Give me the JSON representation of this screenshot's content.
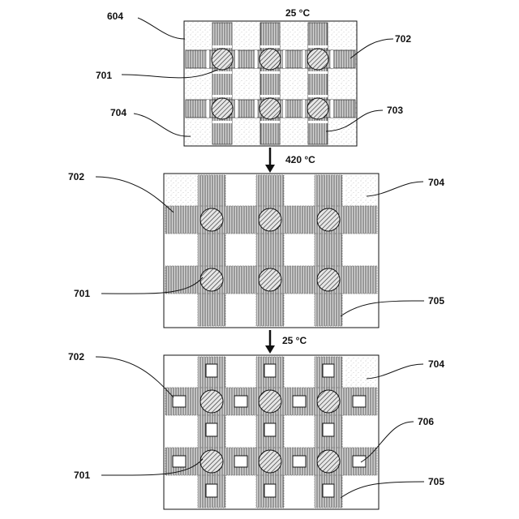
{
  "temperatures": {
    "t1": "25 °C",
    "t2": "420 °C",
    "t3": "25 °C"
  },
  "labels": {
    "p1": {
      "a": "604",
      "b": "702",
      "c": "701",
      "d": "703",
      "e": "704"
    },
    "p2": {
      "a": "702",
      "b": "704",
      "c": "701",
      "d": "705"
    },
    "p3": {
      "a": "702",
      "b": "704",
      "c": "706",
      "d": "701",
      "e": "705"
    }
  },
  "colors": {
    "ink": "#111111",
    "hatch": "#5a5a5a",
    "stipple": "#9a9a9a"
  }
}
